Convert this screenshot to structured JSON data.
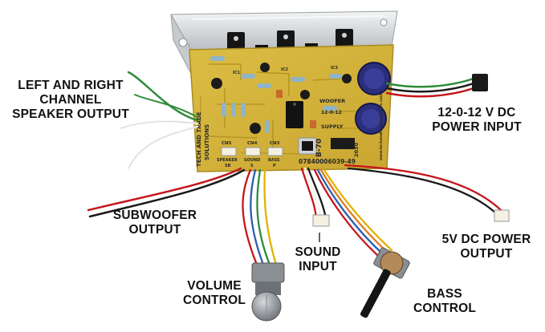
{
  "callouts": {
    "speaker_output": {
      "lines": [
        "LEFT AND RIGHT",
        "CHANNEL",
        "SPEAKER OUTPUT"
      ]
    },
    "power_input": {
      "lines": [
        "12-0-12 V DC",
        "POWER INPUT"
      ]
    },
    "subwoofer_output": {
      "lines": [
        "SUBWOOFER",
        "OUTPUT"
      ]
    },
    "sound_input": {
      "lines": [
        "SOUND",
        "INPUT"
      ]
    },
    "dc5v_output": {
      "lines": [
        "5V DC POWER",
        "OUTPUT"
      ]
    },
    "volume_control": {
      "lines": [
        "VOLUME",
        "CONTROL"
      ]
    },
    "bass_control": {
      "lines": [
        "BASS",
        "CONTROL"
      ]
    }
  },
  "board": {
    "brand_line1": "TECH AND TRADE",
    "brand_line2": "SOLUTIONS",
    "model": "B-70",
    "phone": "07840006039-49",
    "web": "www.techandtradesolutions.com",
    "woofer_label": "WOOFER",
    "supply_label": "SUPPLY",
    "supply_pins": "12-0-12",
    "year": "2030",
    "connectors": [
      {
        "id": "CN5",
        "name": "SPEAKER",
        "pins": "SB"
      },
      {
        "id": "CN4",
        "name": "SOUND",
        "pins": "S"
      },
      {
        "id": "CN3",
        "name": "BASS",
        "pins": "P"
      }
    ],
    "ic_labels": [
      "IC1",
      "IC2",
      "IC3"
    ],
    "heatsink_color": "#d9dde0",
    "pcb_color": "#d8b73a",
    "trace_color": "#b79526"
  },
  "colors": {
    "wire_red": "#c4161c",
    "wire_black": "#1a1a1a",
    "wire_green": "#2e8b3a",
    "wire_white": "#f2f2f2",
    "wire_blue": "#2a5db0",
    "wire_yellow": "#e4b100",
    "wire_orange": "#e07b20",
    "capacitor": "#2b2e7a",
    "pot_body": "#8a8f94"
  }
}
